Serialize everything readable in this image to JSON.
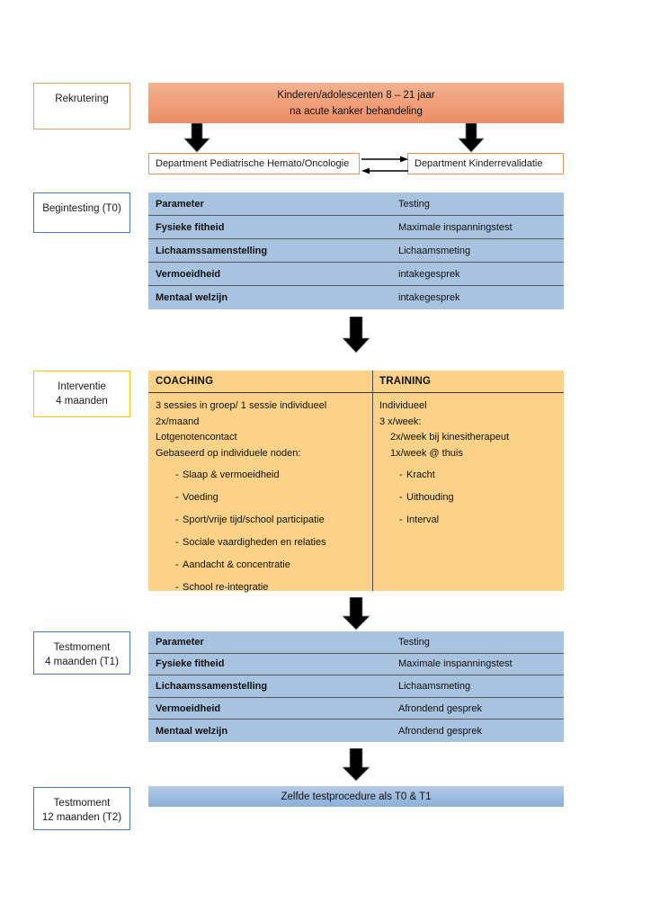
{
  "colors": {
    "orange_border": "#E8A36A",
    "blue_border": "#4A7EBB",
    "gold_border": "#FFC300",
    "banner_orange": "#EF9D78",
    "table_blue": "#A8C3E0",
    "intervention_yellow": "#FBD288"
  },
  "stages": {
    "recruitment": {
      "label": "Rekrutering"
    },
    "baseline": {
      "label": "Begintesting (T0)"
    },
    "intervention": {
      "line1": "Interventie",
      "line2": "4 maanden"
    },
    "testmoment_t1": {
      "line1": "Testmoment",
      "line2": "4 maanden (T1)"
    },
    "testmoment_t2": {
      "line1": "Testmoment",
      "line2": "12 maanden (T2)"
    }
  },
  "banner": {
    "line1": "Kinderen/adolescenten 8 – 21 jaar",
    "line2": "na acute kanker behandeling"
  },
  "departments": {
    "left": "Department Pediatrische Hemato/Oncologie",
    "right": "Department Kinderrevalidatie"
  },
  "t0_table": {
    "header": {
      "parameter": "Parameter",
      "testing": "Testing"
    },
    "rows": [
      {
        "parameter": "Fysieke fitheid",
        "testing": "Maximale inspanningstest"
      },
      {
        "parameter": "Lichaamssamenstelling",
        "testing": "Lichaamsmeting"
      },
      {
        "parameter": "Vermoeidheid",
        "testing": "intakegesprek"
      },
      {
        "parameter": "Mentaal welzijn",
        "testing": "intakegesprek"
      }
    ]
  },
  "intervention_table": {
    "coaching": {
      "header": "COACHING",
      "lines": [
        "3 sessies in groep/ 1 sessie individueel",
        "2x/maand",
        "Lotgenotencontact",
        "Gebaseerd op individuele noden:"
      ],
      "bullet_marker": "-",
      "bullets": [
        "Slaap & vermoeidheid",
        "Voeding",
        "Sport/vrije tijd/school participatie",
        "Sociale vaardigheden en relaties",
        "Aandacht & concentratie",
        "School re-integratie"
      ]
    },
    "training": {
      "header": "TRAINING",
      "lines": [
        "Individueel",
        "3 x/week:",
        "2x/week bij kinesitherapeut",
        "1x/week @ thuis"
      ],
      "bullet_marker": "-",
      "bullets": [
        "Kracht",
        "Uithouding",
        "Interval"
      ]
    }
  },
  "t1_table": {
    "header": {
      "parameter": "Parameter",
      "testing": "Testing"
    },
    "rows": [
      {
        "parameter": "Fysieke fitheid",
        "testing": "Maximale inspanningstest"
      },
      {
        "parameter": "Lichaamssamenstelling",
        "testing": "Lichaamsmeting"
      },
      {
        "parameter": "Vermoeidheid",
        "testing": "Afrondend gesprek"
      },
      {
        "parameter": "Mentaal welzijn",
        "testing": "Afrondend gesprek"
      }
    ]
  },
  "t2_bar": {
    "text": "Zelfde testprocedure als T0 & T1"
  }
}
